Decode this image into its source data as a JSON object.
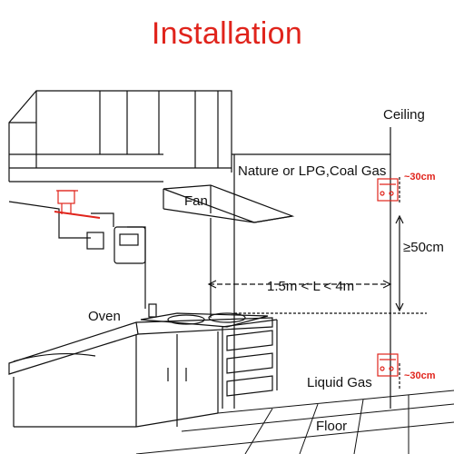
{
  "title": "Installation",
  "labels": {
    "ceiling": "Ceiling",
    "gas_types": "Nature or LPG,Coal Gas",
    "fan": "Fan",
    "height_top": "~30cm",
    "height_mid": "≥50cm",
    "distance": "1.5m < L < 4m",
    "oven": "Oven",
    "liquid_gas": "Liquid Gas",
    "height_bottom": "~30cm",
    "floor": "Floor"
  },
  "colors": {
    "accent": "#e0241c",
    "line": "#111111"
  },
  "icons": {
    "detector": "gas-detector-icon",
    "valve": "gas-valve-icon",
    "meter": "gas-meter-icon"
  }
}
